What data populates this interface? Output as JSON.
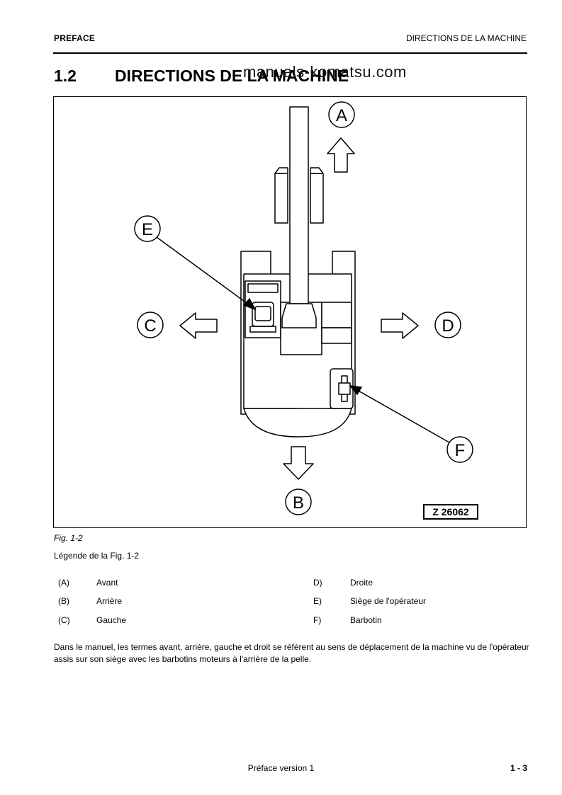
{
  "header": {
    "left": "PREFACE",
    "right": "DIRECTIONS DE LA MACHINE"
  },
  "section": {
    "number": "1.2",
    "title": "DIRECTIONS DE LA MACHINE"
  },
  "watermark": "manuals-komatsu.com",
  "figure": {
    "labels": {
      "a": "A",
      "b": "B",
      "c": "C",
      "d": "D",
      "e": "E",
      "f": "F"
    },
    "code": "Z 26062",
    "caption": "Fig. 1-2"
  },
  "legend": {
    "title": "Légende de la Fig. 1-2",
    "items": [
      {
        "key": "(A)",
        "label": "Avant"
      },
      {
        "key": "(B)",
        "label": "Arrière"
      },
      {
        "key": "(C)",
        "label": "Gauche"
      },
      {
        "key": "D)",
        "label": "Droite"
      },
      {
        "key": "E)",
        "label": "Siège de l'opérateur"
      },
      {
        "key": "F)",
        "label": "Barbotin"
      }
    ]
  },
  "body_text": "Dans le manuel, les termes avant, arrière, gauche et droit se réfèrent au sens de déplacement de la machine vu de l'opérateur assis sur son siège avec les barbotins moteurs à l'arrière de la pelle.",
  "footer": {
    "center": "Préface version 1",
    "page": "1 - 3"
  }
}
